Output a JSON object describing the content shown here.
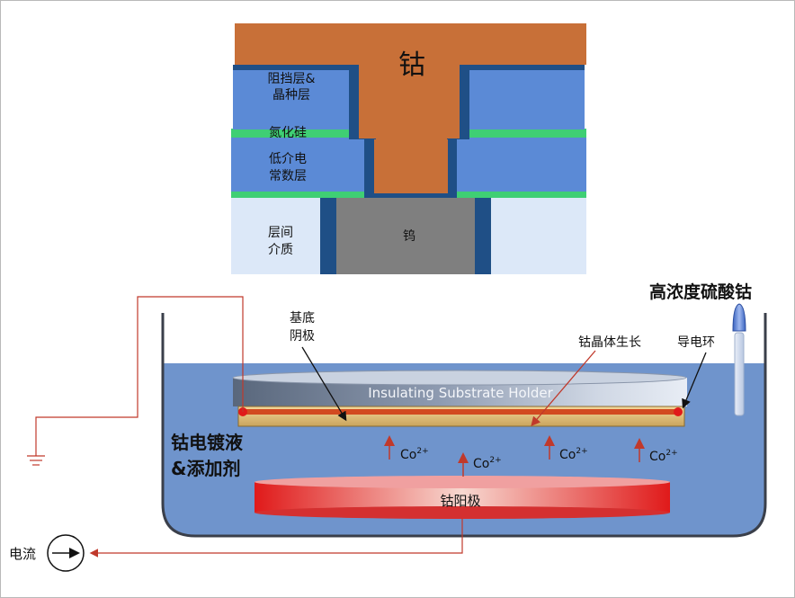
{
  "cross_section": {
    "cobalt_label": "钴",
    "barrier_seed_label": [
      "阻挡层&",
      "晶种层"
    ],
    "sin_label": "氮化硅",
    "low_k_label": [
      "低介电",
      "常数层"
    ],
    "ild_label": [
      "层间",
      "介质"
    ],
    "tungsten_label": "钨"
  },
  "plating_cell": {
    "bottle_label": "高浓度硫酸钴",
    "substrate_cathode_label": [
      "基底",
      "阴极"
    ],
    "cobalt_growth_label": "钴晶体生长",
    "contact_ring_label": "导电环",
    "holder_label": "Insulating Substrate Holder",
    "bath_label": [
      "钴电镀液",
      "&添加剂"
    ],
    "ion_label": "Co",
    "ion_charge": "2+",
    "anode_label": "钴阳极",
    "current_label": "电流"
  },
  "colors": {
    "cobalt": "#c87038",
    "dielectric_blue": "#5b8ad6",
    "liner_dark_blue": "#1f4f86",
    "sin_green": "#3fcf74",
    "ild_light": "#dce8f8",
    "tungsten_gray": "#7f7f7f",
    "bath_blue": "#6f94cc",
    "wire_red": "#c0392b"
  }
}
